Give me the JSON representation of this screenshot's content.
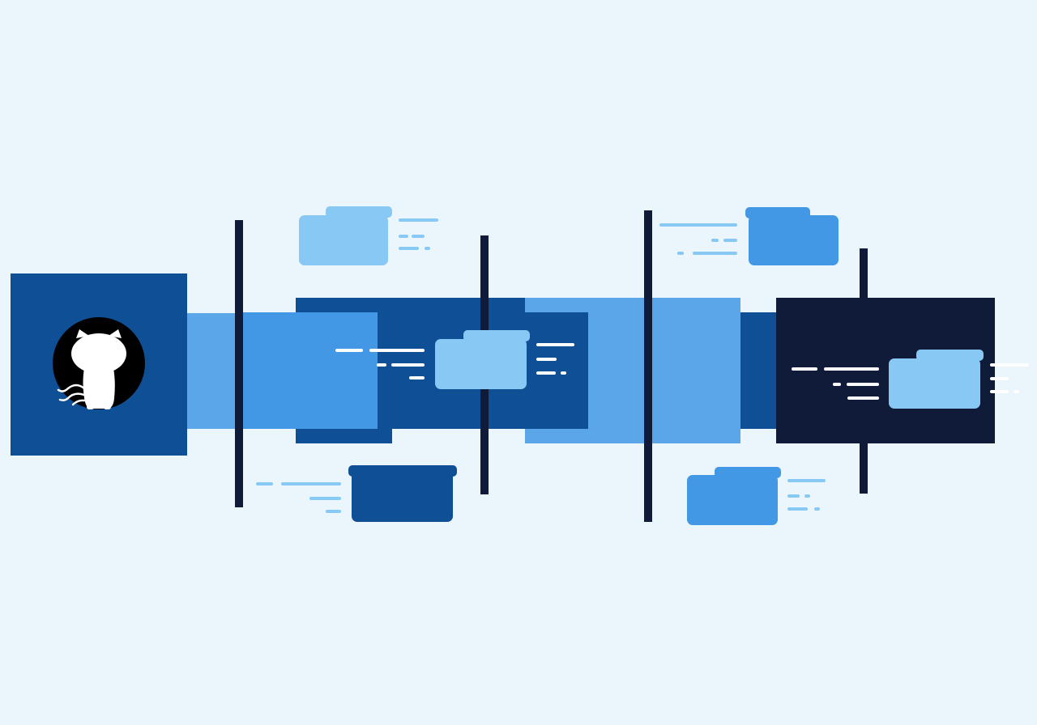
{
  "canvas": {
    "background": "#EAF6FC"
  },
  "palette": {
    "navy": "#0F1B38",
    "dark_blue": "#0F4F96",
    "mid_blue": "#4298E4",
    "sky_blue": "#5AA6E8",
    "light_blue": "#88C8F4",
    "white": "#FFFFFF",
    "black": "#000000"
  },
  "logo": {
    "icon": "github-octocat-icon"
  },
  "pipeline": {
    "segments": [
      {
        "name": "segment-connector-1",
        "color": "#5AA6E8"
      },
      {
        "name": "segment-stage-1-back",
        "color": "#0F4F96"
      },
      {
        "name": "segment-stage-1-front",
        "color": "#4298E4"
      },
      {
        "name": "segment-stage-2",
        "color": "#0F4F96"
      },
      {
        "name": "segment-connector-2",
        "color": "#5AA6E8"
      },
      {
        "name": "segment-stage-3",
        "color": "#0F4F96"
      },
      {
        "name": "segment-stage-4",
        "color": "#0F1B38"
      }
    ],
    "dividers": 4
  },
  "folders": [
    {
      "name": "folder-top-left",
      "icon": "folder-icon",
      "color": "#88C8F4"
    },
    {
      "name": "folder-bottom-left",
      "icon": "folder-icon",
      "color": "#0F4F96"
    },
    {
      "name": "folder-center-left",
      "icon": "folder-icon",
      "color": "#88C8F4"
    },
    {
      "name": "folder-top-right",
      "icon": "folder-icon",
      "color": "#4298E4"
    },
    {
      "name": "folder-bottom-right",
      "icon": "folder-icon",
      "color": "#4298E4"
    },
    {
      "name": "folder-center-right",
      "icon": "folder-icon",
      "color": "#88C8F4"
    }
  ]
}
